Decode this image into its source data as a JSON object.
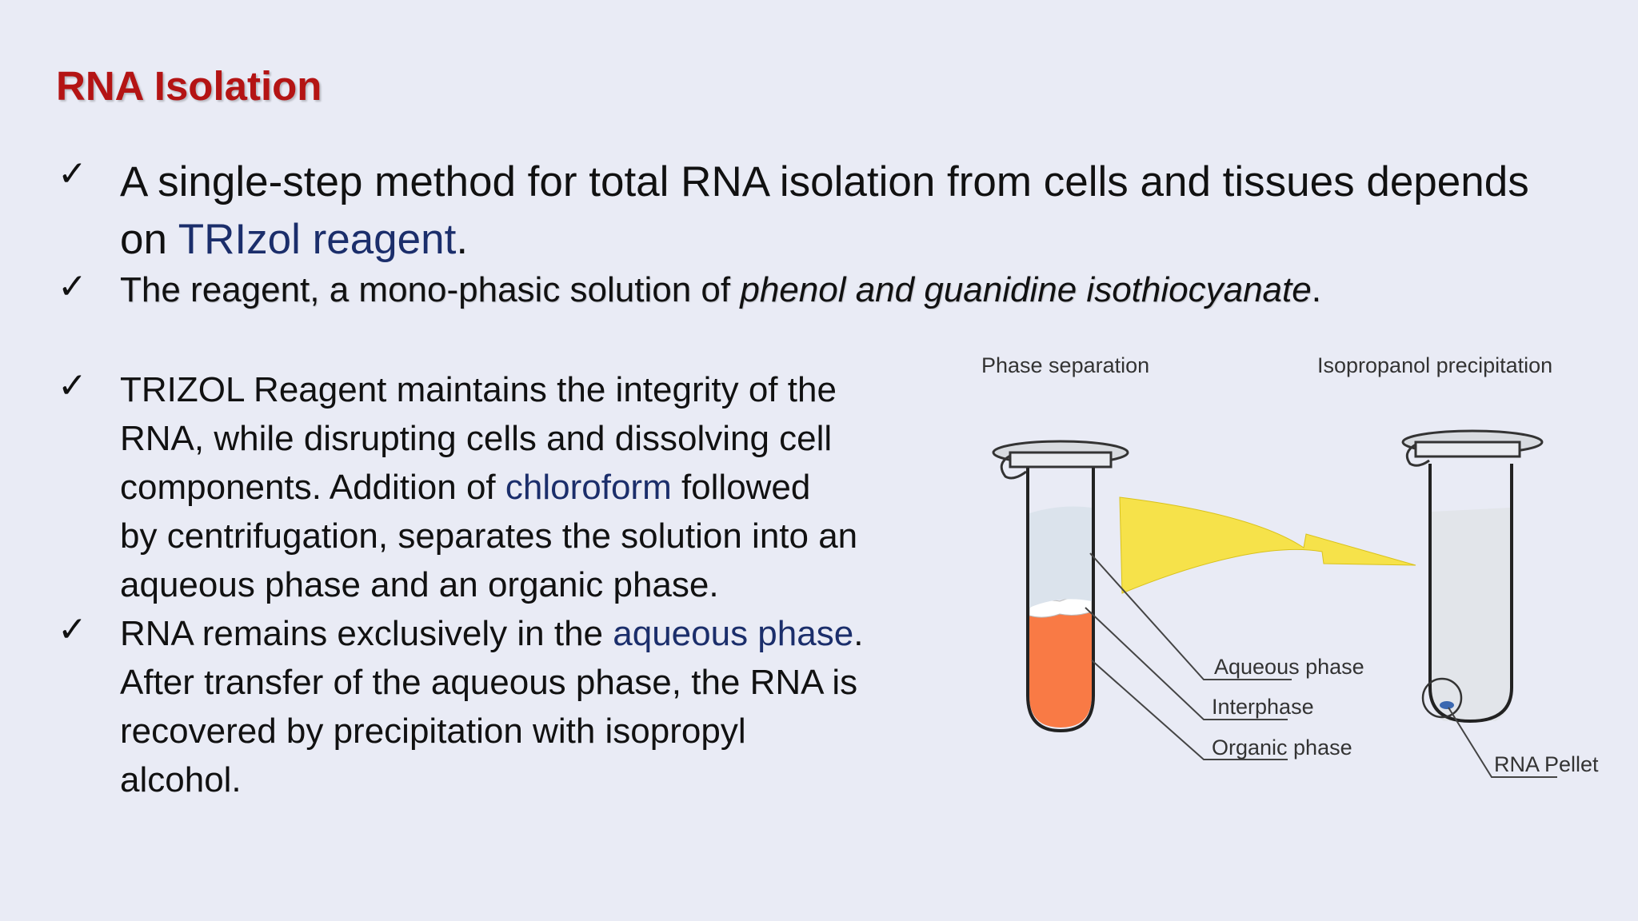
{
  "slide": {
    "title": "RNA Isolation",
    "bullets": [
      {
        "check": "✓",
        "line1": "A single-step method for total RNA isolation from cells and tissues depends",
        "line2_prefix": "on ",
        "line2_highlight": "TRIzol reagent",
        "line2_suffix": "."
      },
      {
        "check": "✓",
        "prefix": "The reagent, a mono-phasic solution of ",
        "italic": "phenol  and  guanidine isothiocyanate",
        "suffix": "."
      },
      {
        "check": "✓",
        "line1": "TRIZOL Reagent  maintains  the  integrity  of  the",
        "line2": "RNA,  while disrupting  cells  and  dissolving  cell",
        "line3_prefix": "components.   Addition  of  ",
        "line3_highlight": "chloroform",
        "line3_suffix": "  followed",
        "line4": "by centrifugation, separates the solution into an",
        "line5": "aqueous phase and an organic phase."
      },
      {
        "check": "✓",
        "line1_prefix": "RNA remains exclusively in the ",
        "line1_highlight": "aqueous phase",
        "line1_suffix": ".",
        "line2": "After transfer of the aqueous phase, the  RNA  is",
        "line3": "recovered  by  precipitation  with  isopropyl",
        "line4": "alcohol."
      }
    ]
  },
  "figure": {
    "label_left_title": "Phase separation",
    "label_right_title": "Isopropanol precipitation",
    "label_aqueous": "Aqueous phase",
    "label_interphase": "Interphase",
    "label_organic": "Organic phase",
    "label_pellet": "RNA Pellet"
  },
  "colors": {
    "title": "#b41414",
    "highlight": "#1b2e6b",
    "background": "#e9ebf5",
    "organic_phase": "#f97a45",
    "aqueous_phase": "#dbe3ec",
    "arrow": "#f6e24a"
  }
}
